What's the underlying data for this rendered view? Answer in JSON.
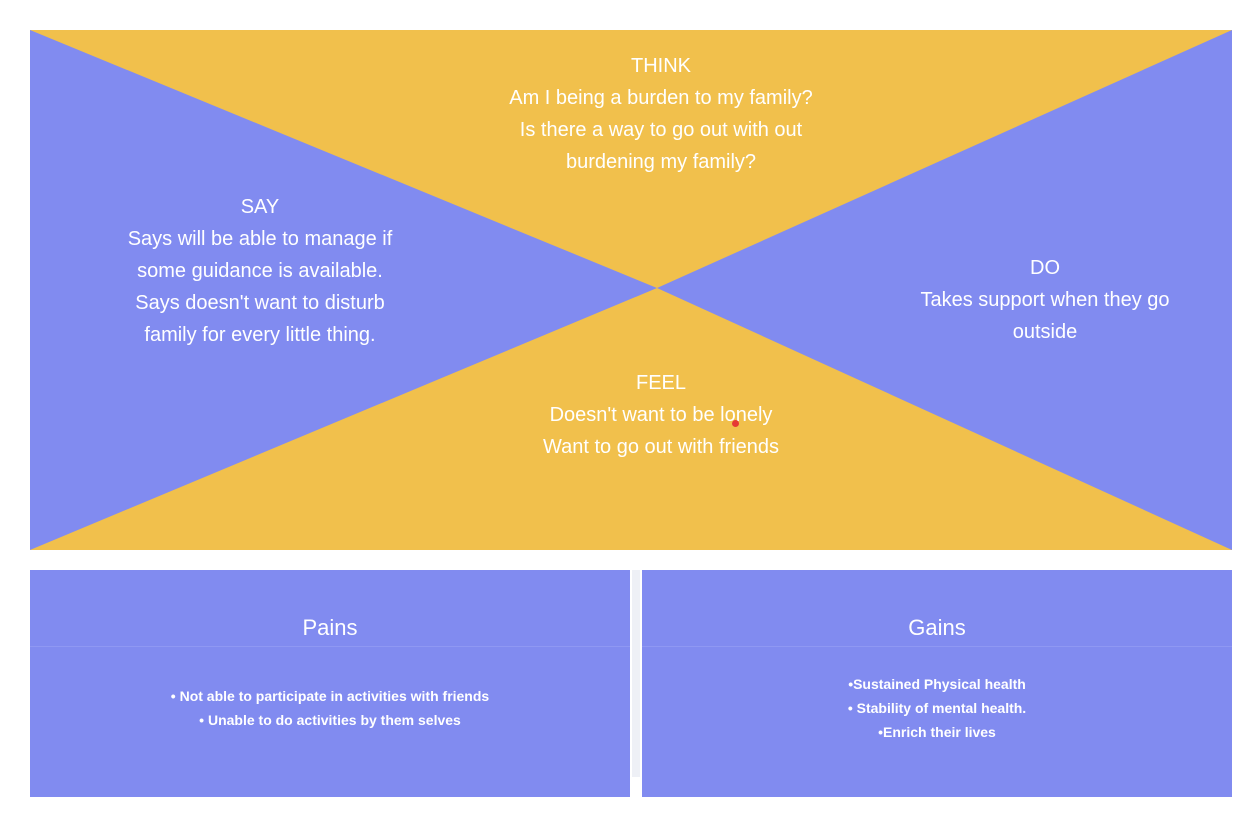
{
  "colors": {
    "think_feel": "#f1c04c",
    "say_do": "#818bf0",
    "text": "#ffffff"
  },
  "map": {
    "think": {
      "heading": "THINK",
      "lines": [
        "Am I being a burden to my family?",
        "Is there a way to go out with out",
        "burdening my family?"
      ]
    },
    "say": {
      "heading": "SAY",
      "lines": [
        "Says will be able to manage if",
        "some guidance is available.",
        "Says doesn't want to disturb",
        "family for every little thing."
      ]
    },
    "do": {
      "heading": "DO",
      "lines": [
        "Takes  support when they go",
        "outside"
      ]
    },
    "feel": {
      "heading": "FEEL",
      "lines": [
        "Doesn't want to be lonely",
        "Want to go out with friends"
      ]
    }
  },
  "pains": {
    "title": "Pains",
    "items": [
      "• Not able to participate in activities with friends",
      "• Unable to do activities by them selves"
    ]
  },
  "gains": {
    "title": "Gains",
    "items": [
      "•Sustained Physical health",
      "• Stability of mental health.",
      "•Enrich their lives"
    ]
  }
}
